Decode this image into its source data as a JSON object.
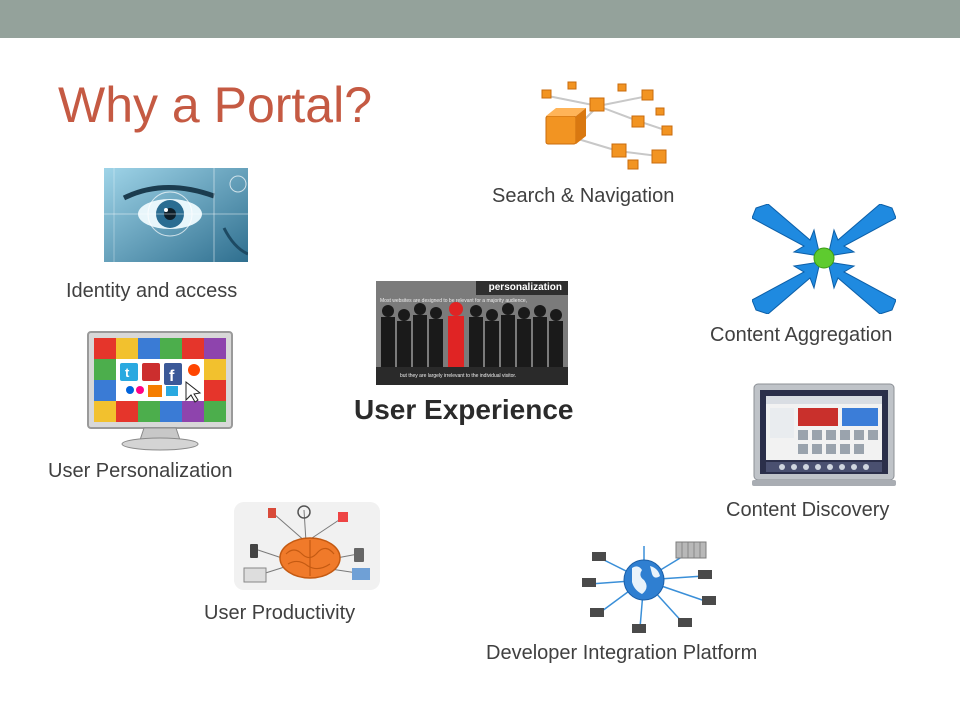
{
  "slide": {
    "title": "Why a Portal?",
    "center": {
      "label": "User Experience",
      "banner_text": "personalization",
      "caption_top": "Most websites are designed to be relevant for a majority audience,",
      "caption_bottom": "but they are largely irrelevant to the individual visitor."
    },
    "items": {
      "search": "Search & Navigation",
      "identity": "Identity and access",
      "aggregation": "Content Aggregation",
      "personalization": "User Personalization",
      "discovery": "Content Discovery",
      "productivity": "User Productivity",
      "integration": "Developer Integration Platform"
    }
  },
  "colors": {
    "title": "#c55a43",
    "topbar": "#94a29b",
    "label": "#404040"
  },
  "icons": [
    "orange-cubes-network-icon",
    "eye-scan-icon",
    "converging-arrows-icon",
    "social-puzzle-monitor-icon",
    "laptop-store-icon",
    "brain-productivity-icon",
    "globe-network-icon"
  ]
}
